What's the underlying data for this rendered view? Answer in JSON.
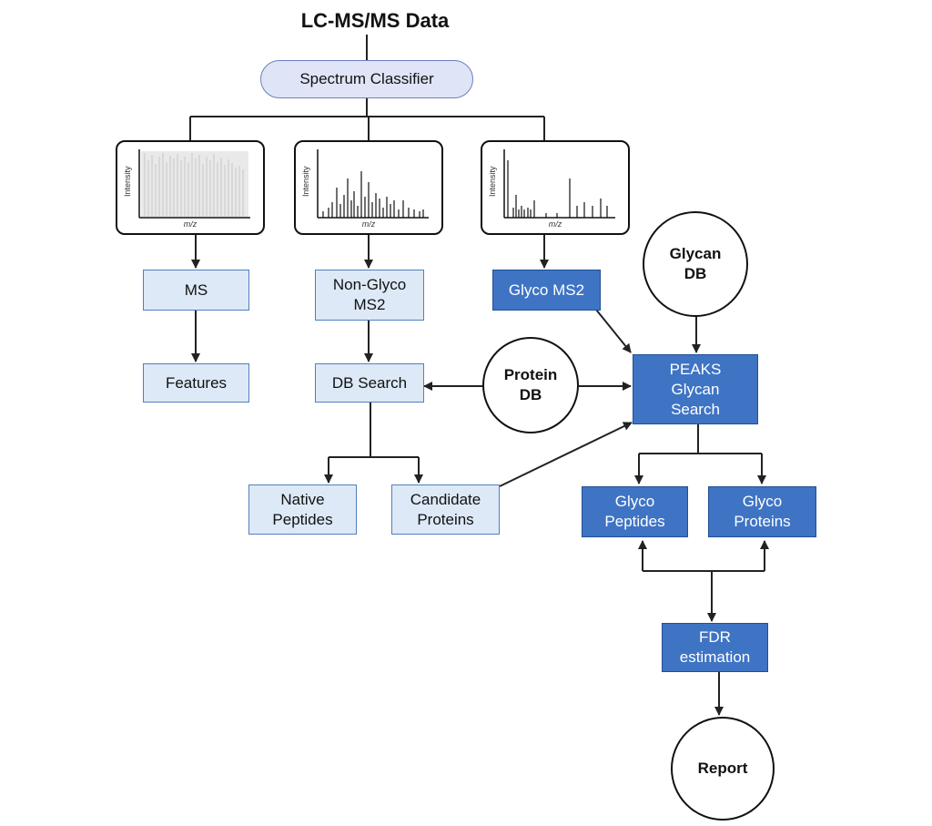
{
  "title": "LC-MS/MS Data",
  "nodes": {
    "classifier": "Spectrum Classifier",
    "ms": "MS",
    "features": "Features",
    "nonglyco": "Non-Glyco MS2",
    "dbsearch": "DB Search",
    "native": "Native Peptides",
    "candidate": "Candidate Proteins",
    "glycoms2": "Glyco MS2",
    "protein_db": "Protein DB",
    "glycan_db": "Glycan DB",
    "peaks": "PEAKS Glycan Search",
    "glycopeptides": "Glyco Peptides",
    "glycoproteins": "Glyco Proteins",
    "fdr": "FDR estimation",
    "report": "Report"
  },
  "spectrum_axes": {
    "ylabel": "Intensity",
    "xlabel": "m/z"
  },
  "colors": {
    "light_fill": "#dde9f7",
    "dark_fill": "#3f74c4",
    "pill_fill": "#dfe5f6",
    "line": "#222222"
  }
}
